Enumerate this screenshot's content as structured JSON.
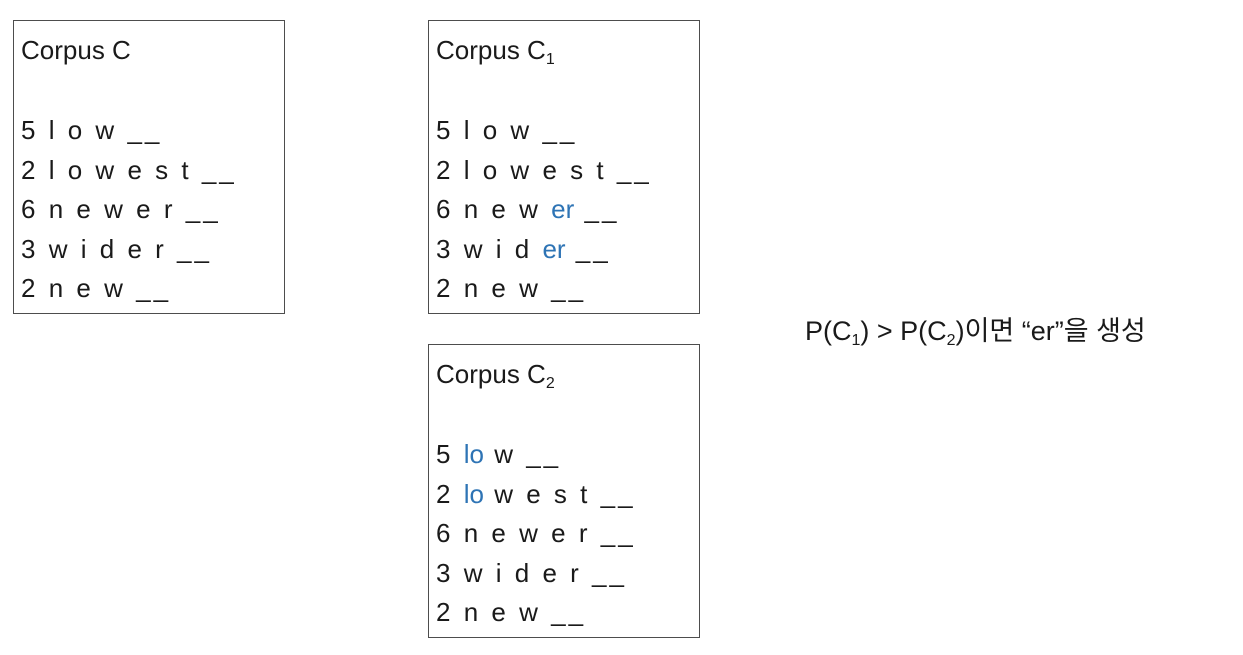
{
  "colors": {
    "highlight": "#2e74b5",
    "text": "#1a1a1a",
    "border": "#4d4d4d"
  },
  "corpus_c": {
    "title": "Corpus C",
    "rows": [
      [
        {
          "t": "5"
        },
        {
          "t": "l"
        },
        {
          "t": "o"
        },
        {
          "t": "w"
        },
        {
          "t": "__"
        }
      ],
      [
        {
          "t": "2"
        },
        {
          "t": "l"
        },
        {
          "t": "o"
        },
        {
          "t": "w"
        },
        {
          "t": "e"
        },
        {
          "t": "s"
        },
        {
          "t": "t"
        },
        {
          "t": "__"
        }
      ],
      [
        {
          "t": "6"
        },
        {
          "t": "n"
        },
        {
          "t": "e"
        },
        {
          "t": "w"
        },
        {
          "t": "e"
        },
        {
          "t": "r"
        },
        {
          "t": "__"
        }
      ],
      [
        {
          "t": "3"
        },
        {
          "t": "w"
        },
        {
          "t": "i"
        },
        {
          "t": "d"
        },
        {
          "t": "e"
        },
        {
          "t": "r"
        },
        {
          "t": "__"
        }
      ],
      [
        {
          "t": "2"
        },
        {
          "t": "n"
        },
        {
          "t": "e"
        },
        {
          "t": "w"
        },
        {
          "t": "__"
        }
      ]
    ]
  },
  "corpus_c1": {
    "title": "Corpus C",
    "title_sub": "1",
    "rows": [
      [
        {
          "t": "5"
        },
        {
          "t": "l"
        },
        {
          "t": "o"
        },
        {
          "t": "w"
        },
        {
          "t": "__"
        }
      ],
      [
        {
          "t": "2"
        },
        {
          "t": "l"
        },
        {
          "t": "o"
        },
        {
          "t": "w"
        },
        {
          "t": "e"
        },
        {
          "t": "s"
        },
        {
          "t": "t"
        },
        {
          "t": "__"
        }
      ],
      [
        {
          "t": "6"
        },
        {
          "t": "n"
        },
        {
          "t": "e"
        },
        {
          "t": "w"
        },
        {
          "t": "er",
          "hl": true
        },
        {
          "t": "__"
        }
      ],
      [
        {
          "t": "3"
        },
        {
          "t": "w"
        },
        {
          "t": "i"
        },
        {
          "t": "d"
        },
        {
          "t": "er",
          "hl": true
        },
        {
          "t": "__"
        }
      ],
      [
        {
          "t": "2"
        },
        {
          "t": "n"
        },
        {
          "t": "e"
        },
        {
          "t": "w"
        },
        {
          "t": "__"
        }
      ]
    ]
  },
  "corpus_c2": {
    "title": "Corpus C",
    "title_sub": "2",
    "rows": [
      [
        {
          "t": "5"
        },
        {
          "t": "lo",
          "hl": true
        },
        {
          "t": "w"
        },
        {
          "t": "__"
        }
      ],
      [
        {
          "t": "2"
        },
        {
          "t": "lo",
          "hl": true
        },
        {
          "t": "w"
        },
        {
          "t": "e"
        },
        {
          "t": "s"
        },
        {
          "t": "t"
        },
        {
          "t": "__"
        }
      ],
      [
        {
          "t": "6"
        },
        {
          "t": "n"
        },
        {
          "t": "e"
        },
        {
          "t": "w"
        },
        {
          "t": "e"
        },
        {
          "t": "r"
        },
        {
          "t": "__"
        }
      ],
      [
        {
          "t": "3"
        },
        {
          "t": "w"
        },
        {
          "t": "i"
        },
        {
          "t": "d"
        },
        {
          "t": "e"
        },
        {
          "t": "r"
        },
        {
          "t": "__"
        }
      ],
      [
        {
          "t": "2"
        },
        {
          "t": "n"
        },
        {
          "t": "e"
        },
        {
          "t": "w"
        },
        {
          "t": "__"
        }
      ]
    ]
  },
  "formula": {
    "part1": "P(C",
    "sub1": "1",
    "part2": ") > P(C",
    "sub2": "2",
    "part3": ")이면 “er”을 생성"
  }
}
